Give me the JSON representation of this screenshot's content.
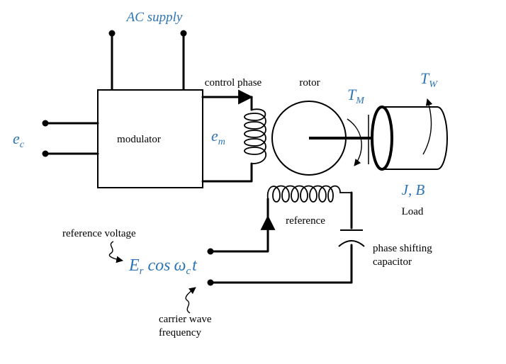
{
  "labels": {
    "ac_supply": "AC supply",
    "modulator": "modulator",
    "ec_main": "e",
    "ec_sub": "c",
    "em_main": "e",
    "em_sub": "m",
    "control_phase": "control phase",
    "rotor": "rotor",
    "tm_main": "T",
    "tm_sub": "M",
    "tw_main": "T",
    "tw_sub": "W",
    "jb": "J, B",
    "load": "Load",
    "reference": "reference",
    "reference_voltage": "reference voltage",
    "er_main": "E",
    "er_sub": "r",
    "cos": "cos",
    "omega": "ω",
    "omega_sub": "c",
    "t": "t",
    "phase_shifting_1": "phase shifting",
    "phase_shifting_2": "capacitor",
    "carrier_1": "carrier wave",
    "carrier_2": "frequency"
  },
  "colors": {
    "symbol": "#2e75b6",
    "line": "#000000"
  }
}
